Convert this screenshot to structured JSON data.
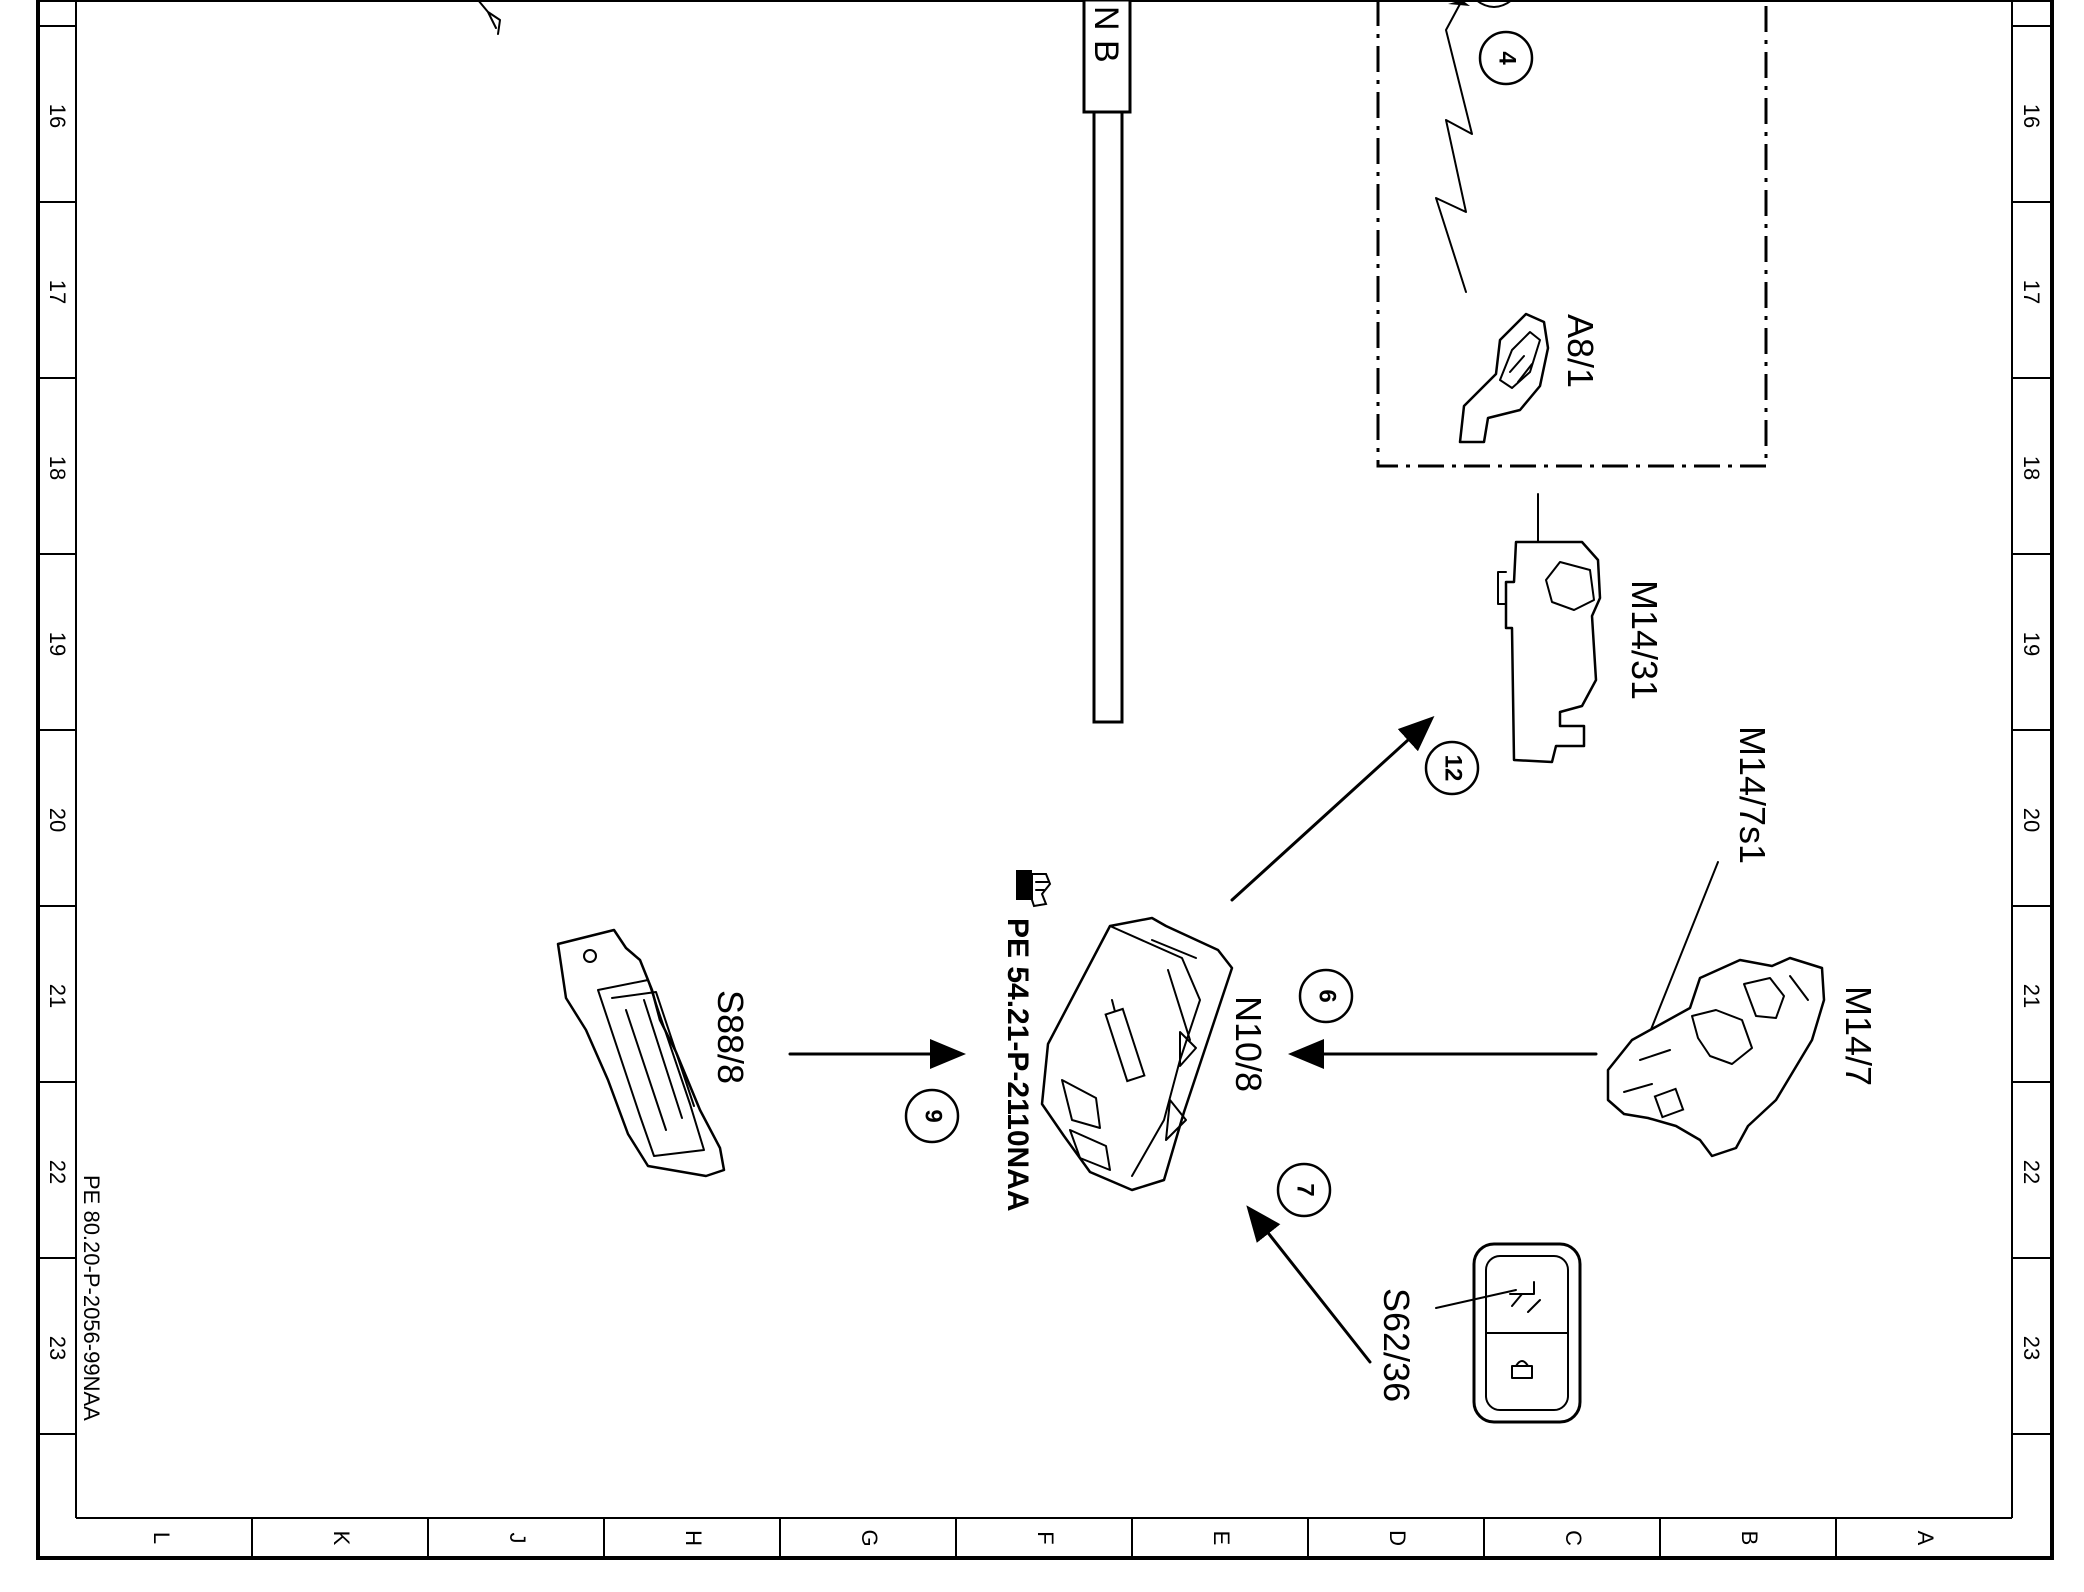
{
  "drawing_ref": "PE 80.20-P-2056-99NAA",
  "note_ref": "PE 54.21-P-2110NAA",
  "bus_label": "N B",
  "frame": {
    "row_numbers": [
      "16",
      "17",
      "18",
      "19",
      "20",
      "21",
      "22",
      "23"
    ],
    "column_letters": [
      "L",
      "K",
      "J",
      "H",
      "G",
      "F",
      "E",
      "D",
      "C",
      "B",
      "A"
    ]
  },
  "components": {
    "a8_1": "A8/1",
    "m14_31": "M14/31",
    "m14_7s1": "M14/7s1",
    "m14_7": "M14/7",
    "n10_8": "N10/8",
    "s88_8": "S88/8",
    "s62_36": "S62/36"
  },
  "connections": {
    "c4": "4",
    "c6": "6",
    "c7": "7",
    "c9": "9",
    "c12": "12"
  }
}
